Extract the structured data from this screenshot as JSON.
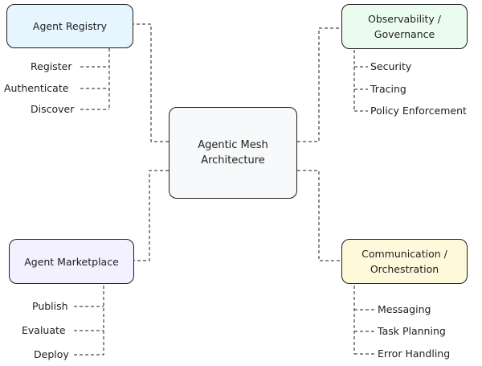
{
  "center": {
    "label": "Agentic Mesh\nArchitecture",
    "color": "#f8f9fa"
  },
  "registry": {
    "label": "Agent Registry",
    "color": "#e7f5ff",
    "items": [
      "Register",
      "Authenticate",
      "Discover"
    ]
  },
  "observability": {
    "label": "Observability /\nGovernance",
    "color": "#ebfbee",
    "items": [
      "Security",
      "Tracing",
      "Policy Enforcement"
    ]
  },
  "marketplace": {
    "label": "Agent Marketplace",
    "color": "#f3f0ff",
    "items": [
      "Publish",
      "Evaluate",
      "Deploy"
    ]
  },
  "communication": {
    "label": "Communication /\nOrchestration",
    "color": "#fff9db",
    "items": [
      "Messaging",
      "Task Planning",
      "Error Handling"
    ]
  }
}
